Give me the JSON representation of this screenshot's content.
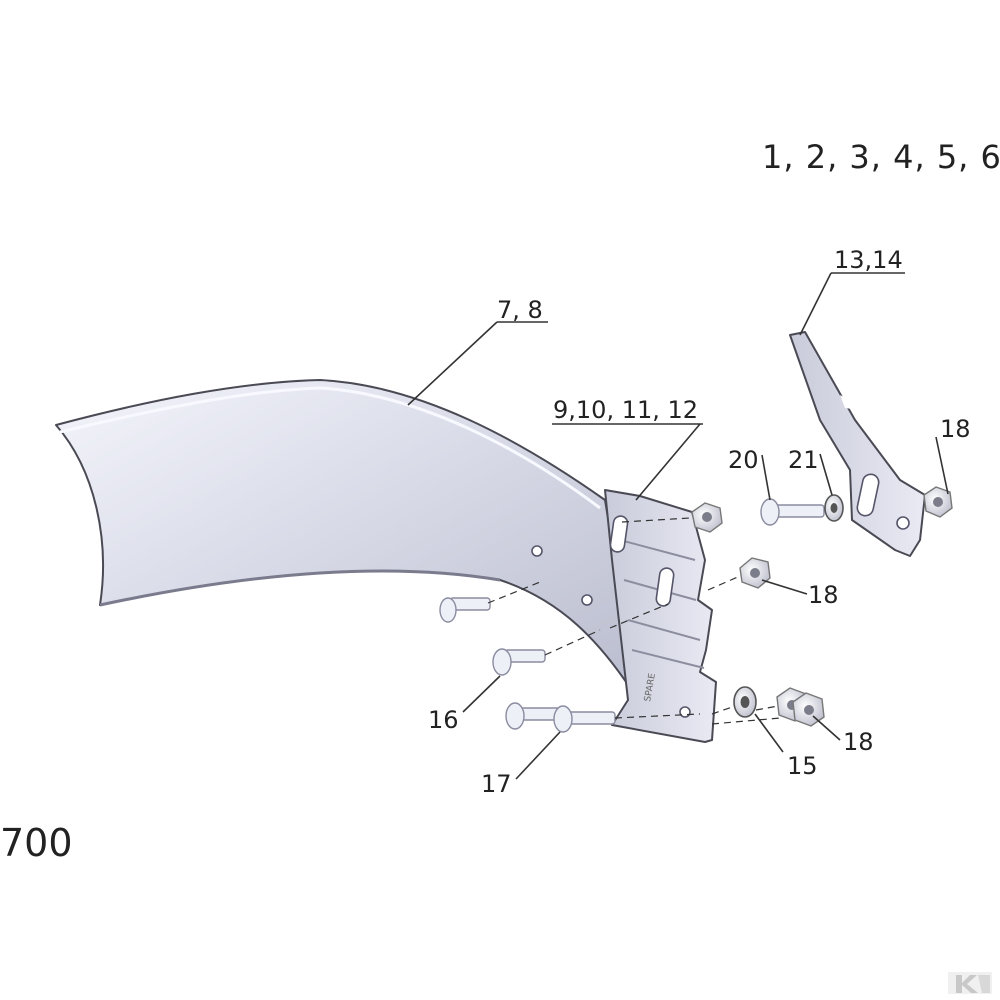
{
  "diagram": {
    "header_label": "1, 2, 3, 4, 5, 6",
    "model_label": "700",
    "callouts": {
      "mouldboard": "7, 8",
      "shin": "9,10, 11, 12",
      "landside": "13,14",
      "bolt_16": "16",
      "bolt_17": "17",
      "washer_15": "15",
      "nut_18_upper": "18",
      "nut_18_middle": "18",
      "nut_18_lower": "18",
      "bolt_20": "20",
      "washer_21": "21"
    },
    "logo_text": "K"
  }
}
